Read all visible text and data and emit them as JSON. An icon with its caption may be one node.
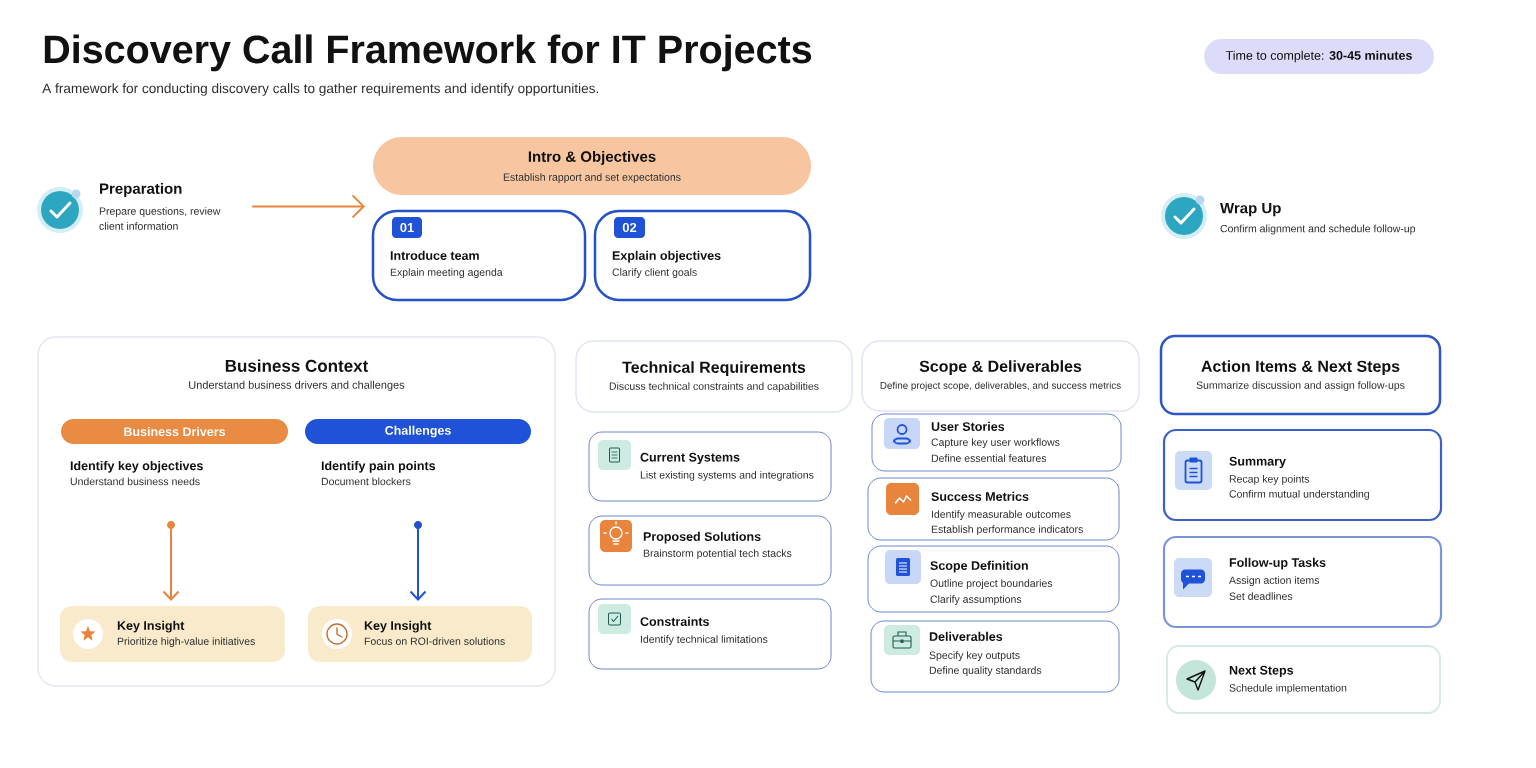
{
  "diagram": {
    "title": "Discovery Call Framework for IT Projects",
    "nodes": [
      {
        "text": [
          "Time to complete: **30-45 minutes**"
        ]
      },
      {
        "text": [
          "Preparation",
          "Prepare questions, review client information"
        ]
      },
      {
        "text": [
          "Intro & Objectives",
          "Establish rapport and set expectations"
        ]
      },
      {
        "text": [
          "Introduce team",
          "Explain meeting agenda"
        ]
      },
      {
        "text": [
          "01"
        ],
        "in": 3
      },
      {
        "text": [
          "Explain objectives",
          "Clarify client goals"
        ]
      },
      {
        "text": [
          "02"
        ],
        "in": 5
      },
      {
        "text": [
          "Wrap Up",
          "Confirm alignment and schedule follow-up"
        ]
      },
      {
        "text": [
          "Business Context",
          "Understand business drivers and challenges"
        ]
      },
      {
        "text": [
          "Business Drivers"
        ],
        "in": 8
      },
      {
        "text": [
          "Challenges"
        ],
        "in": 8
      },
      {
        "text": [
          "Identify key objectives",
          "Understand business needs"
        ],
        "in": 8
      },
      {
        "text": [
          "Identify pain points",
          "Document blockers"
        ],
        "in": 8
      },
      {
        "text": [],
        "shape": "circle",
        "in": 8
      },
      {
        "text": [],
        "shape": "circle",
        "in": 8
      },
      {
        "text": [
          "Key Insight",
          "Prioritize high-value initiatives"
        ],
        "in": 8
      },
      {
        "text": [
          "Key Insight",
          "Focus on ROI-driven solutions"
        ],
        "in": 8
      },
      {
        "text": [
          "Technical Requirements",
          "Discuss technical constraints and capabilities"
        ]
      },
      {
        "text": [
          "Current Systems",
          "List existing systems and integrations"
        ]
      },
      {
        "text": [
          "Proposed Solutions",
          "Brainstorm potential tech stacks"
        ]
      },
      {
        "text": [
          "Constraints",
          "Identify technical limitations"
        ]
      },
      {
        "text": [
          "Scope & Deliverables",
          "Define project scope, deliverables, and success metrics"
        ]
      },
      {
        "text": [
          "User Stories",
          "Capture key user workflows",
          "Define essential features"
        ]
      },
      {
        "text": [
          "Success Metrics",
          "Identify measurable outcomes",
          "Establish performance indicators"
        ]
      },
      {
        "text": [
          "Scope Definition",
          "Outline project boundaries",
          "Clarify assumptions"
        ]
      },
      {
        "text": [
          "Deliverables",
          "Specify key outputs",
          "Define quality standards"
        ]
      },
      {
        "text": [
          "Action Items & Next Steps",
          "Summarize discussion and assign follow-ups"
        ]
      },
      {
        "text": [
          "Summary",
          "Recap key points",
          "Confirm mutual understanding"
        ]
      },
      {
        "text": [
          "Follow-up Tasks",
          "Assign action items",
          "Set deadlines"
        ]
      },
      {
        "text": [
          "Next Steps",
          "Schedule implementation"
        ]
      }
    ],
    "edges": [
      {
        "from": 1,
        "to": 2,
        "arrow": "to"
      },
      {
        "from": 13,
        "to": 15,
        "arrow": "to"
      },
      {
        "from": 14,
        "to": 16,
        "arrow": "to",
        "color": "#1f52d6"
      }
    ],
    "labels": [
      "A framework for conducting discovery calls to gather requirements and identify opportunities."
    ]
  }
}
